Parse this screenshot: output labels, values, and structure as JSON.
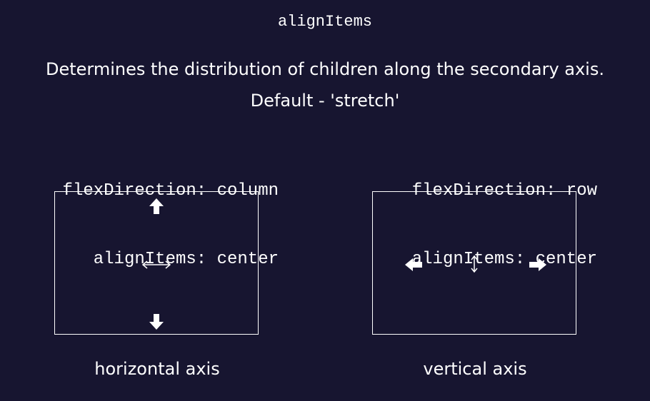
{
  "title": "alignItems",
  "description": "Determines the distribution of children along the secondary axis.",
  "default_note": "Default - 'stretch'",
  "examples": [
    {
      "code": [
        "flexDirection: column",
        "alignItems: center"
      ],
      "caption": "horizontal axis",
      "arrows": [
        "arrow-up-icon",
        "horizontal-double-arrow-icon",
        "arrow-down-icon"
      ]
    },
    {
      "code": [
        "flexDirection: row",
        "alignItems: center"
      ],
      "caption": "vertical axis",
      "arrows": [
        "arrow-left-icon",
        "vertical-double-arrow-icon",
        "arrow-right-icon"
      ]
    }
  ],
  "colors": {
    "background": "#171530",
    "foreground": "#ffffff"
  }
}
